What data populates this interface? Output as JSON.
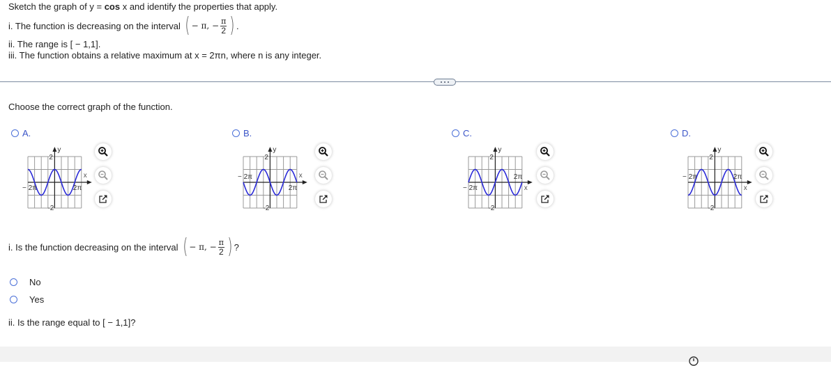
{
  "question": {
    "prompt_pre": "Sketch the graph of y =",
    "function_bold": "cos",
    "prompt_post": "x and identify the properties that apply.",
    "property_i_text": "i. The function is decreasing on the interval",
    "interval": {
      "left": "− π, −",
      "numerator": "π",
      "denominator": "2"
    },
    "property_i_end": ".",
    "property_ii": "ii. The range is [ − 1,1].",
    "property_iii": "iii. The function obtains a relative maximum at x = 2πn, where n is any integer."
  },
  "more_button": {
    "label": "..."
  },
  "part1": {
    "instruction": "Choose the correct graph of the function.",
    "options": [
      {
        "label": "A.",
        "function": "cos x",
        "x_min_label": "− 2π",
        "x_max_label": "2π",
        "y_max_label": "2",
        "y_min_label": "-2",
        "x_axis_label": "x",
        "y_axis_label": "y"
      },
      {
        "label": "B.",
        "function": "−sin x",
        "x_min_label": "− 2π",
        "x_max_label": "2π",
        "y_max_label": "2",
        "y_min_label": "-2",
        "x_axis_label": "x",
        "y_axis_label": "y"
      },
      {
        "label": "C.",
        "function": "sin x",
        "x_min_label": "− 2π",
        "x_max_label": "2π",
        "y_max_label": "2",
        "y_min_label": "-2",
        "x_axis_label": "x",
        "y_axis_label": "y"
      },
      {
        "label": "D.",
        "function": "−cos x",
        "x_min_label": "− 2π",
        "x_max_label": "2π",
        "y_max_label": "2",
        "y_min_label": "-2",
        "x_axis_label": "x",
        "y_axis_label": "y"
      }
    ],
    "icons": [
      "zoom-in-icon",
      "zoom-out-icon",
      "open-external-icon"
    ]
  },
  "part2": {
    "question_i_text": "i. Is the function decreasing on the interval",
    "interval": {
      "left": "− π, −",
      "numerator": "π",
      "denominator": "2"
    },
    "question_i_end": "?",
    "answers": [
      {
        "label": "No"
      },
      {
        "label": "Yes"
      }
    ],
    "question_ii": "ii. Is the range equal to [ − 1,1]?"
  },
  "colors": {
    "curve": "#2a2ad8",
    "grid": "#9a9a9a",
    "radio": "#4a6fd8",
    "option_label": "#3b55c8",
    "divider": "#7b8aa0"
  },
  "chart_data": [
    {
      "type": "line",
      "title": "A.",
      "series": [
        {
          "name": "y = cos x",
          "x": [
            -6.283,
            -4.712,
            -3.142,
            -1.571,
            0,
            1.571,
            3.142,
            4.712,
            6.283
          ],
          "values": [
            1,
            0,
            -1,
            0,
            1,
            0,
            -1,
            0,
            1
          ]
        }
      ],
      "xlabel": "x",
      "ylabel": "y",
      "xlim": [
        -6.283,
        6.283
      ],
      "ylim": [
        -2,
        2
      ],
      "grid": true
    },
    {
      "type": "line",
      "title": "B.",
      "series": [
        {
          "name": "y = -sin x",
          "x": [
            -6.283,
            -4.712,
            -3.142,
            -1.571,
            0,
            1.571,
            3.142,
            4.712,
            6.283
          ],
          "values": [
            0,
            -1,
            0,
            1,
            0,
            -1,
            0,
            1,
            0
          ]
        }
      ],
      "xlabel": "x",
      "ylabel": "y",
      "xlim": [
        -6.283,
        6.283
      ],
      "ylim": [
        -2,
        2
      ],
      "grid": true
    },
    {
      "type": "line",
      "title": "C.",
      "series": [
        {
          "name": "y = sin x",
          "x": [
            -6.283,
            -4.712,
            -3.142,
            -1.571,
            0,
            1.571,
            3.142,
            4.712,
            6.283
          ],
          "values": [
            0,
            1,
            0,
            -1,
            0,
            1,
            0,
            -1,
            0
          ]
        }
      ],
      "xlabel": "x",
      "ylabel": "y",
      "xlim": [
        -6.283,
        6.283
      ],
      "ylim": [
        -2,
        2
      ],
      "grid": true
    },
    {
      "type": "line",
      "title": "D.",
      "series": [
        {
          "name": "y = -cos x",
          "x": [
            -6.283,
            -4.712,
            -3.142,
            -1.571,
            0,
            1.571,
            3.142,
            4.712,
            6.283
          ],
          "values": [
            -1,
            0,
            1,
            0,
            -1,
            0,
            1,
            0,
            -1
          ]
        }
      ],
      "xlabel": "x",
      "ylabel": "y",
      "xlim": [
        -6.283,
        6.283
      ],
      "ylim": [
        -2,
        2
      ],
      "grid": true
    }
  ]
}
